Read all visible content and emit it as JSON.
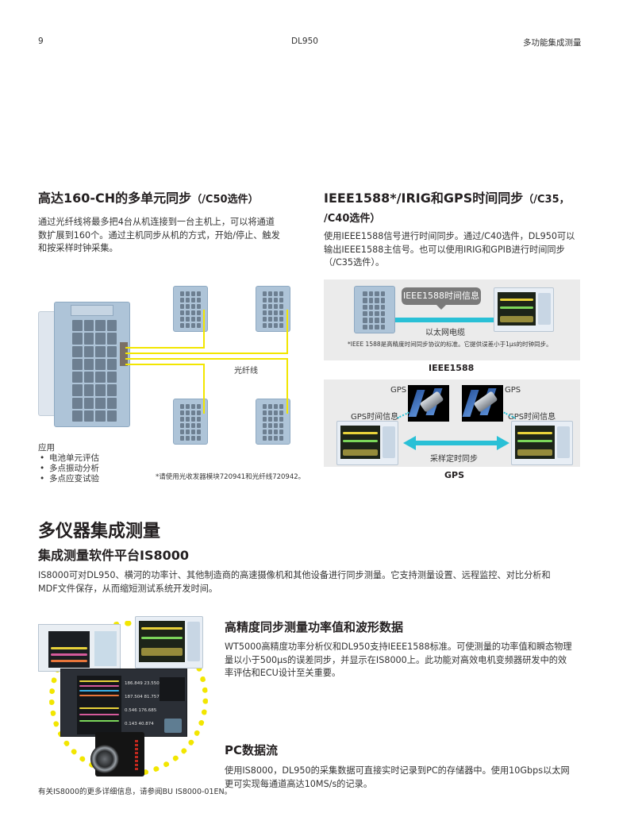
{
  "header": {
    "page_number": "9",
    "product": "DL950",
    "section": "多功能集成测量"
  },
  "multi_unit_sync": {
    "title": "高达160-CH的多单元同步",
    "option": "（/C50选件）",
    "body_lines": [
      "通过光纤线将最多把4台从机连接到一台主机上，可以将通道",
      "数扩展到160个。通过主机同步从机的方式，开始/停止、触发",
      "和按采样时钟采集。"
    ],
    "fiber_label": "光纤线",
    "applications_heading": "应用",
    "applications": [
      "电池单元评估",
      "多点振动分析",
      "多点应变试验"
    ],
    "footnote": "*请使用光收发器模块720941和光纤线720942。",
    "colors": {
      "fiber": "#f2e600",
      "device": "#aec4d8"
    }
  },
  "time_sync": {
    "title_line1": "IEEE1588*/IRIG和GPS时间同步",
    "option_line1": "（/C35，",
    "title_line2": "/C40选件）",
    "body_lines": [
      "使用IEEE1588信号进行时间同步。通过/C40选件，DL950可以",
      "输出IEEE1588主信号。也可以使用IRIG和GPIB进行时间同步",
      "（/C35选件）。"
    ],
    "ieee_panel": {
      "bubble": "IEEE1588时间信息",
      "cable_label": "以太网电缆",
      "note": "*IEEE 1588是高精度时间同步协议的标准。它提供误差小于1μs的时钟同步。",
      "caption": "IEEE1588"
    },
    "gps_panel": {
      "gps_left": "GPS",
      "gps_right": "GPS",
      "gps_info_left": "GPS时间信息",
      "gps_info_right": "GPS时间信息",
      "sync_label": "采样定时同步",
      "caption": "GPS"
    },
    "colors": {
      "cable": "#29c0d6",
      "panel_bg": "#ebebeb"
    }
  },
  "multi_instrument": {
    "title": "多仪器集成测量",
    "subtitle": "集成测量软件平台IS8000",
    "intro_lines": [
      "IS8000可对DL950、横河的功率计、其他制造商的高速摄像机和其他设备进行同步测量。它支持测量设置、远程监控、对比分析和",
      "MDF文件保存，从而缩短测试系统开发时间。"
    ],
    "image_caption": "有关IS8000的更多详细信息，请参阅BU IS8000-01EN。",
    "software_values": [
      "186.849",
      "23.550",
      "187.504",
      "81.757",
      "0.546",
      "176.685",
      "0.143",
      "40.874"
    ],
    "features": [
      {
        "title": "高精度同步测量功率值和波形数据",
        "body_lines": [
          "WT5000高精度功率分析仪和DL950支持IEEE1588标准。可使测量的功率值和瞬态物理",
          "量以小于500μs的误差同步，并显示在IS8000上。此功能对高效电机变频器研发中的效",
          "率评估和ECU设计至关重要。"
        ]
      },
      {
        "title": "PC数据流",
        "body_lines": [
          "使用IS8000，DL950的采集数据可直接实时记录到PC的存储器中。使用10Gbps以太网",
          "更可实现每通道高达10MS/s的记录。"
        ]
      }
    ]
  }
}
